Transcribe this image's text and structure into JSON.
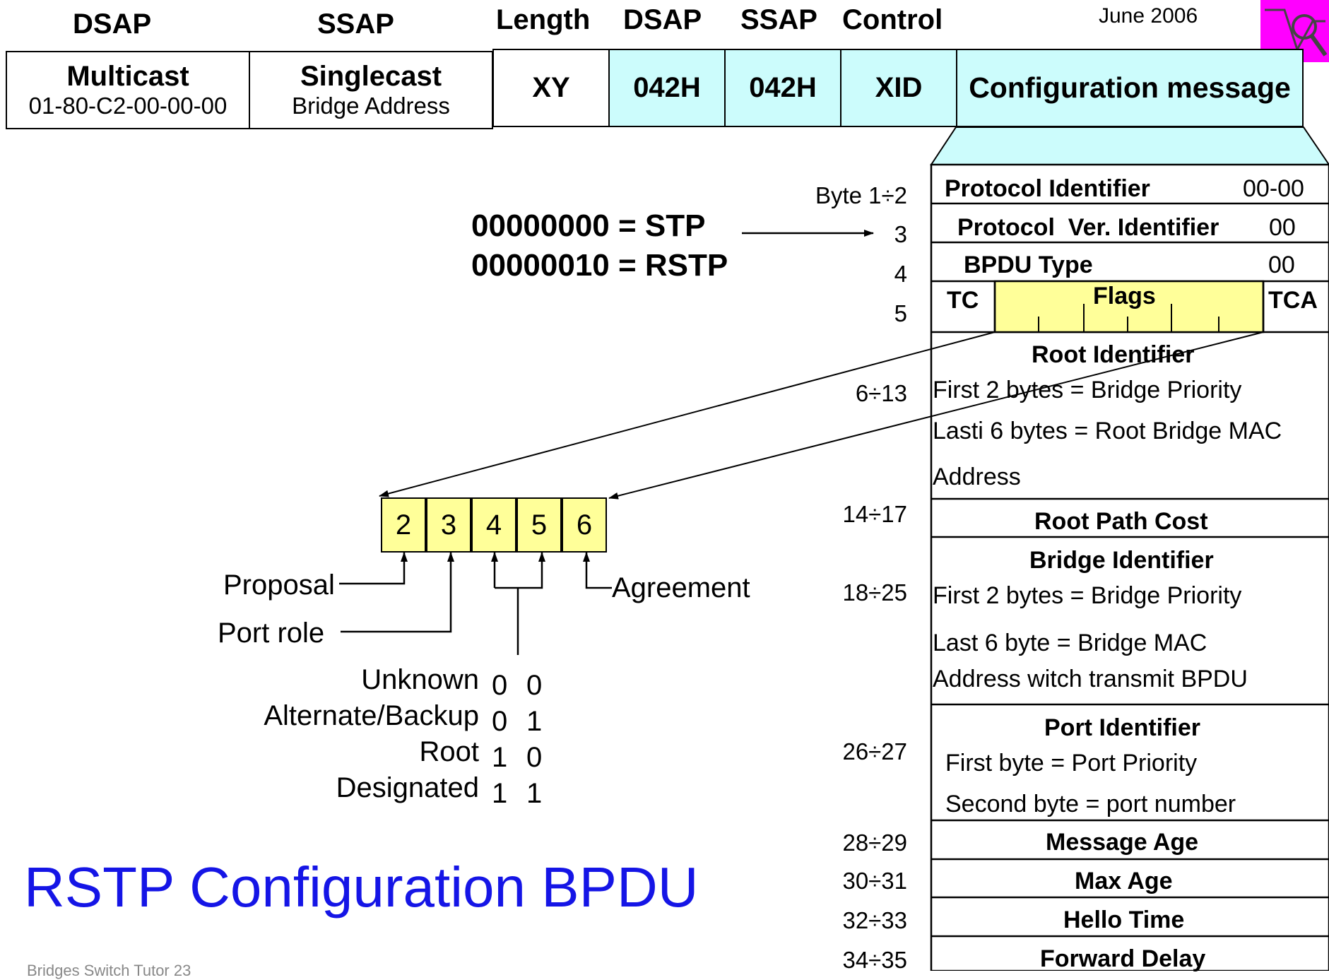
{
  "date": "June 2006",
  "logo_icon": "magnifier-logo-icon",
  "header": {
    "dsap1": "DSAP",
    "ssap1": "SSAP",
    "length": "Length",
    "dsap2": "DSAP",
    "ssap2": "SSAP",
    "control": "Control"
  },
  "frame": {
    "multicast_title": "Multicast",
    "multicast_addr": "01-80-C2-00-00-00",
    "singlecast_title": "Singlecast",
    "singlecast_addr": "Bridge Address",
    "length_val": "XY",
    "dsap_val": "042H",
    "ssap_val": "042H",
    "control_val": "XID",
    "message": "Configuration message"
  },
  "version_notes": [
    "00000000 = STP",
    "00000010 = RSTP"
  ],
  "bpdu": {
    "protocol_id": {
      "byte": "Byte 1÷2",
      "label": "Protocol Identifier",
      "value": "00-00"
    },
    "version_id": {
      "byte": "3",
      "label": "Protocol  Ver. Identifier",
      "value": "00"
    },
    "bpdu_type": {
      "byte": "4",
      "label": "BPDU Type",
      "value": "00"
    },
    "flags": {
      "byte": "5",
      "tc": "TC",
      "label": "Flags",
      "tca": "TCA"
    },
    "root_id": {
      "byte": "6÷13",
      "title": "Root Identifier",
      "line1": "First 2 bytes = Bridge Priority",
      "line2": "Lasti 6 bytes = Root Bridge MAC",
      "line3": "Address"
    },
    "root_cost": {
      "byte": "14÷17",
      "title": "Root Path Cost"
    },
    "bridge_id": {
      "byte": "18÷25",
      "title": "Bridge Identifier",
      "line1": "First 2 bytes = Bridge Priority",
      "line2": "Last 6 byte = Bridge MAC",
      "line3": "Address witch transmit BPDU"
    },
    "port_id": {
      "byte": "26÷27",
      "title": "Port Identifier",
      "line1": "First byte = Port Priority",
      "line2": "Second byte = port number"
    },
    "message_age": {
      "byte": "28÷29",
      "title": "Message Age"
    },
    "max_age": {
      "byte": "30÷31",
      "title": "Max Age"
    },
    "hello_time": {
      "byte": "32÷33",
      "title": "Hello Time"
    },
    "forward_delay": {
      "byte": "34÷35",
      "title": "Forward Delay"
    }
  },
  "flag_bits": [
    "2",
    "3",
    "4",
    "5",
    "6"
  ],
  "bit_labels": {
    "proposal": "Proposal",
    "port_role": "Port role",
    "agreement": "Agreement"
  },
  "port_roles": [
    {
      "name": "Unknown",
      "b1": "0",
      "b2": "0"
    },
    {
      "name": "Alternate/Backup",
      "b1": "0",
      "b2": "1"
    },
    {
      "name": "Root",
      "b1": "1",
      "b2": "0"
    },
    {
      "name": "Designated",
      "b1": "1",
      "b2": "1"
    }
  ],
  "slide_title": "RSTP Configuration BPDU",
  "footer": "Bridges Switch Tutor 23",
  "colors": {
    "cyan": "#ccfcfc",
    "yellow": "#ffff99",
    "title_blue": "#1515e6",
    "logo_magenta": "#ff00ff"
  }
}
